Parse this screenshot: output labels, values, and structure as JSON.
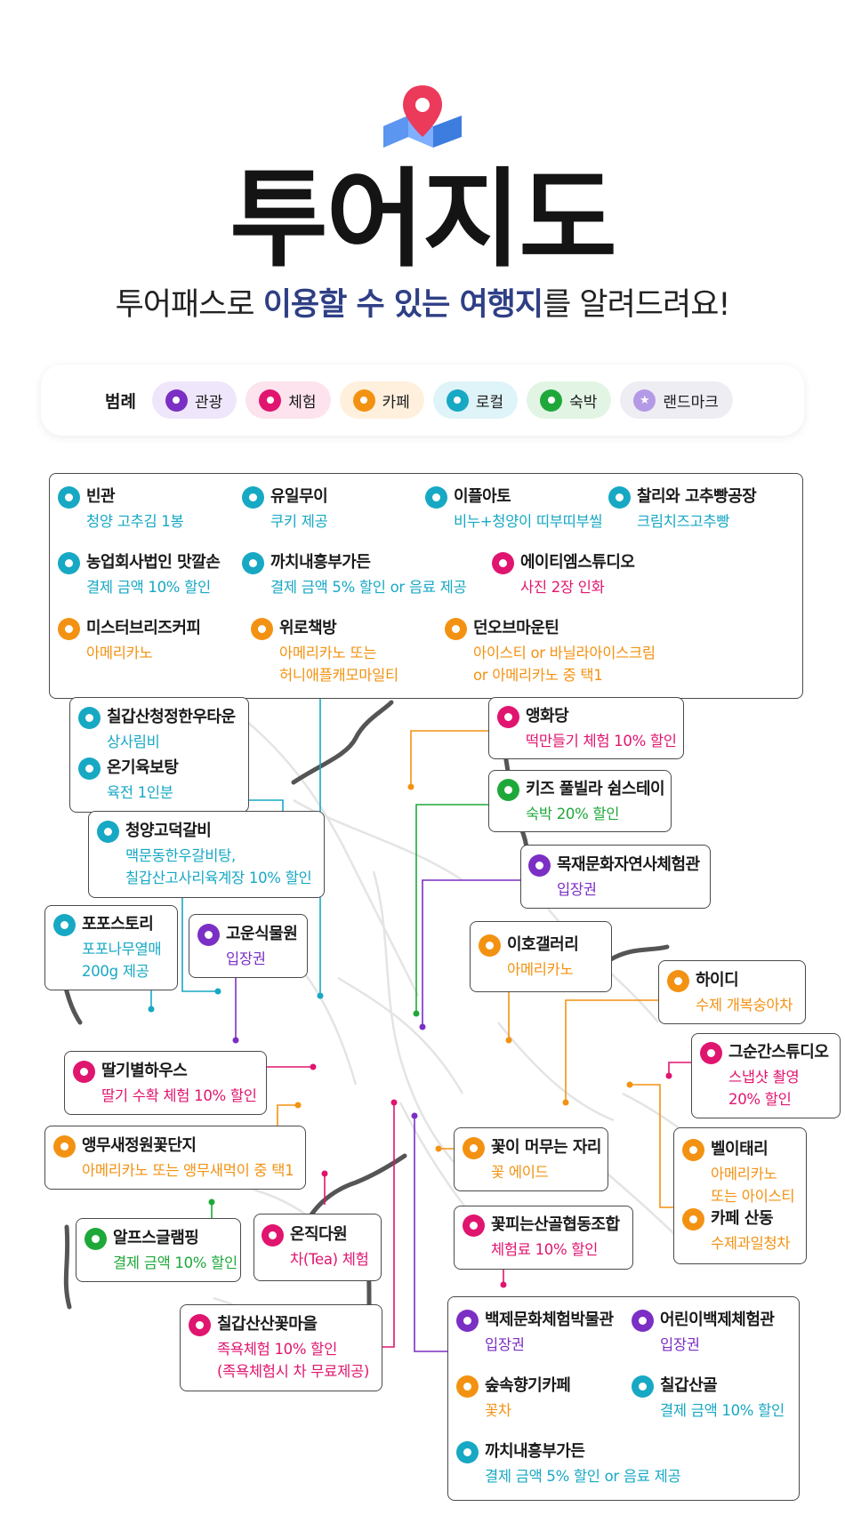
{
  "header": {
    "title": "투어지도",
    "subtitle_pre": "투어패스로 ",
    "subtitle_hl": "이용할 수 있는 여행지",
    "subtitle_post": "를 알려드려요!"
  },
  "legend": {
    "title": "범례",
    "items": [
      {
        "label": "관광",
        "color": "#7b2fc4",
        "bg": "#efe6fb"
      },
      {
        "label": "체험",
        "color": "#e0156f",
        "bg": "#fde3ee"
      },
      {
        "label": "카페",
        "color": "#f39212",
        "bg": "#fff0de"
      },
      {
        "label": "로컬",
        "color": "#17a8c4",
        "bg": "#dff4f8"
      },
      {
        "label": "숙박",
        "color": "#1fa83a",
        "bg": "#e2f5e5"
      },
      {
        "label": "랜드마크",
        "color": "#b49ae6",
        "bg": "#efedf4"
      }
    ]
  },
  "places": {
    "bingwan": {
      "name": "빈관",
      "benefit": "청양 고추김 1봉"
    },
    "yuilmui": {
      "name": "유일무이",
      "benefit": "쿠키 제공"
    },
    "ipeulato": {
      "name": "이플아토",
      "benefit": "비누+청양이 띠부띠부씰"
    },
    "charli": {
      "name": "찰리와 고추빵공장",
      "benefit": "크림치즈고추빵"
    },
    "farm": {
      "name": "농업회사법인 맛깔손",
      "benefit": "결제 금액 10% 할인"
    },
    "kkachi1": {
      "name": "까치내흥부가든",
      "benefit": "결제 금액 5% 할인 or 음료 제공"
    },
    "hms": {
      "name": "에이티엠스튜디오",
      "benefit": "사진 2장 인화"
    },
    "mrbreeze": {
      "name": "미스터브리즈커피",
      "benefit": "아메리카노"
    },
    "wiro": {
      "name": "위로책방",
      "benefit": "아메리카노 또는",
      "benefit2": "허니애플캐모마일티"
    },
    "dunov": {
      "name": "던오브마운틴",
      "benefit": "아이스티 or 바닐라아이스크림",
      "benefit2": " or 아메리카노 중 택1"
    },
    "chilgap_hanwoo": {
      "name": "칠갑산청정한우타운",
      "benefit": "상사림비"
    },
    "ongi": {
      "name": "온기육보탕",
      "benefit": "육전 1인분"
    },
    "cheongyang_galbi": {
      "name": "청양고덕갈비",
      "benefit": "맥문동한우갈비탕,",
      "benefit2": "칠갑산고사리육계장 10% 할인"
    },
    "popo": {
      "name": "포포스토리",
      "benefit": "포포나무열매",
      "benefit2": "200g 제공"
    },
    "gowoon": {
      "name": "고운식물원",
      "benefit": "입장권"
    },
    "aenghwa": {
      "name": "앵화당",
      "benefit": "떡만들기 체험 10% 할인"
    },
    "kids": {
      "name": "키즈 풀빌라 쉼스테이",
      "benefit": "숙박 20% 할인"
    },
    "mokjae": {
      "name": "목재문화자연사체험관",
      "benefit": "입장권"
    },
    "iho": {
      "name": "이호갤러리",
      "benefit": "아메리카노"
    },
    "haidi": {
      "name": "하이디",
      "benefit": "수제 개복숭아차"
    },
    "geusungan": {
      "name": "그순간스튜디오",
      "benefit": "스냅샷 촬영",
      "benefit2": "20% 할인"
    },
    "ttalgi": {
      "name": "딸기별하우스",
      "benefit": "딸기 수확 체험 10% 할인"
    },
    "aengmu": {
      "name": "앵무새정원꽃단지",
      "benefit": "아메리카노 또는 앵무새먹이 중 택1"
    },
    "kkotmeomu": {
      "name": "꽃이 머무는 자리",
      "benefit": "꽃 에이드"
    },
    "belltaeri": {
      "name": "벨이태리",
      "benefit": "아메리카노",
      "benefit2": "또는 아이스티"
    },
    "sandong": {
      "name": "카페 산동",
      "benefit": "수제과일청차"
    },
    "alps": {
      "name": "알프스글램핑",
      "benefit": "결제 금액 10% 할인"
    },
    "onjik": {
      "name": "온직다원",
      "benefit": "차(Tea) 체험"
    },
    "kkotpi": {
      "name": "꽃피는산골협동조합",
      "benefit": "체험료 10% 할인"
    },
    "chilgap_kkot": {
      "name": "칠갑산산꽃마을",
      "benefit": "족욕체험 10% 할인",
      "benefit2": "(족욕체험시 차 무료제공)"
    },
    "baekje": {
      "name": "백제문화체험박물관",
      "benefit": "입장권"
    },
    "eorini": {
      "name": "어린이백제체험관",
      "benefit": "입장권"
    },
    "supsok": {
      "name": "숲속향기카페",
      "benefit": "꽃차"
    },
    "sangol": {
      "name": "칠갑산골",
      "benefit": "결제 금액 10% 할인"
    },
    "kkachi2": {
      "name": "까치내흥부가든",
      "benefit": "결제 금액 5% 할인 or 음료 제공"
    }
  }
}
